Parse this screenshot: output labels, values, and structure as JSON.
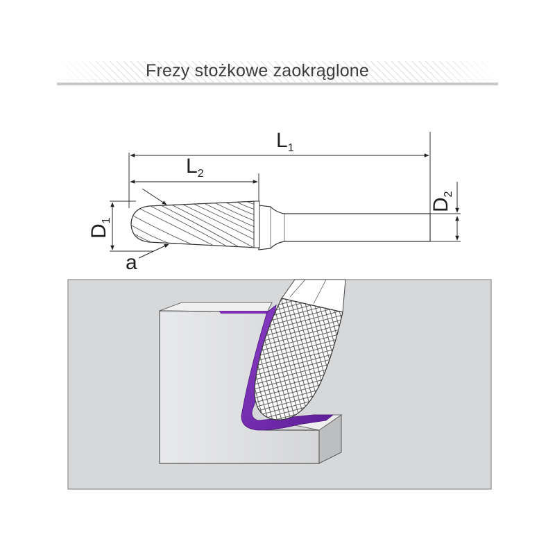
{
  "title": "Frezy stożkowe zaokrąglone",
  "labels": {
    "L1": {
      "main": "L",
      "sub": "1"
    },
    "L2": {
      "main": "L",
      "sub": "2"
    },
    "D1": {
      "main": "D",
      "sub": "1"
    },
    "D2": {
      "main": "D",
      "sub": "2"
    },
    "a": "a"
  },
  "colors": {
    "frame_stripes": "#d9d9d9",
    "rule_line": "#c8c8c8",
    "panel_bg": "#d7d8da",
    "workpiece": "#e2e3e5",
    "groove_highlight": "#7b2fb0"
  }
}
